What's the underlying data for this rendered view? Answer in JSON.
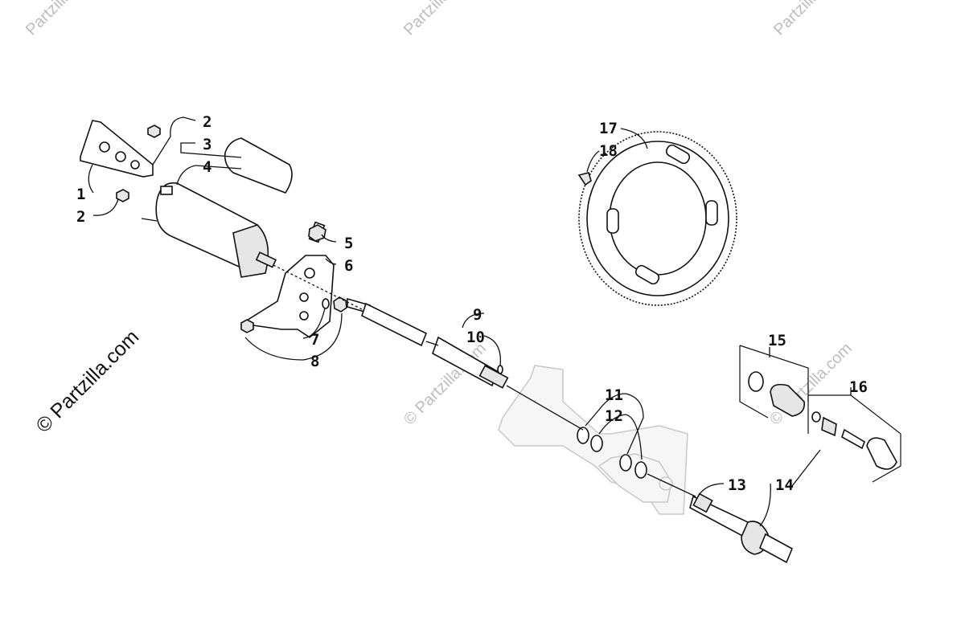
{
  "watermark": {
    "text": "Partzilla",
    "full_text": "© Partzilla.com",
    "side_text": "© Partzilla.com"
  },
  "callouts": [
    "1",
    "2",
    "2",
    "3",
    "4",
    "5",
    "6",
    "7",
    "8",
    "9",
    "10",
    "11",
    "12",
    "13",
    "14",
    "15",
    "16",
    "17",
    "18"
  ]
}
